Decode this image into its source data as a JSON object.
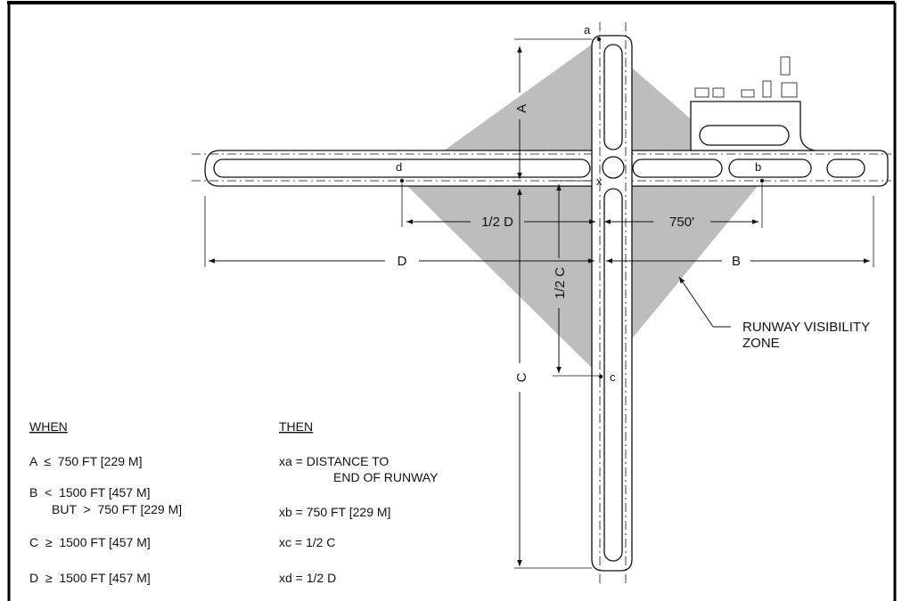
{
  "points": {
    "a": "a",
    "b": "b",
    "c": "c",
    "d": "d",
    "x": "x"
  },
  "dimensions": {
    "A": "A",
    "B": "B",
    "C": "C",
    "D": "D",
    "half_C": "1/2 C",
    "half_D": "1/2 D",
    "fixed": "750'"
  },
  "zone_label": {
    "line1": "RUNWAY VISIBILITY",
    "line2": "ZONE"
  },
  "legend": {
    "when_header": "WHEN",
    "then_header": "THEN",
    "when": {
      "a": "A  ≤  750 FT [229 M]",
      "b1": "B  <  1500 FT [457 M]",
      "b2": "BUT  >  750 FT [229 M]",
      "c": "C  ≥  1500 FT [457 M]",
      "d": "D  ≥  1500 FT [457 M]"
    },
    "then": {
      "a1": "xa = DISTANCE TO",
      "a2": "END OF RUNWAY",
      "b": "xb = 750 FT [229 M]",
      "c": "xc = 1/2 C",
      "d": "xd = 1/2 D"
    }
  },
  "colors": {
    "zone_fill": "#bdbdbd",
    "line": "#111111",
    "frame": "#000000"
  }
}
